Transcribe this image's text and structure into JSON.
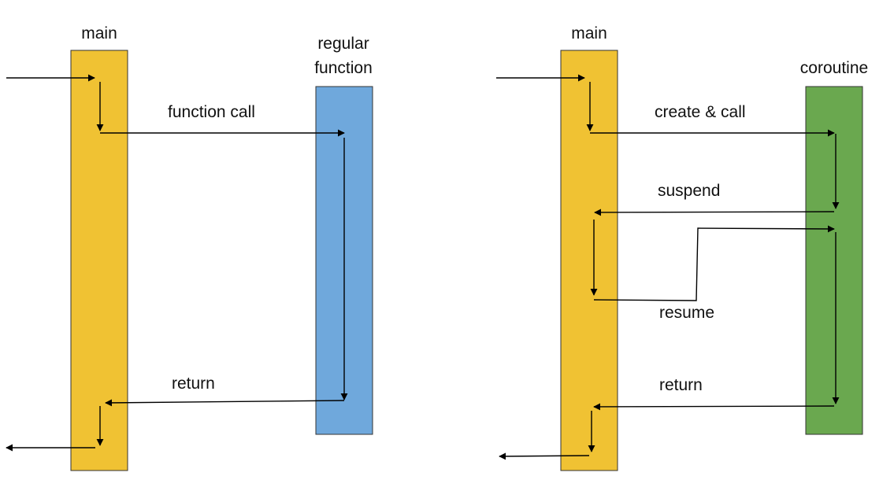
{
  "colors": {
    "main": "#f0c233",
    "regular_function": "#6fa8dc",
    "coroutine": "#6aa84f",
    "arrow": "#000000"
  },
  "left_panel": {
    "main_label": "main",
    "callee_label_line1": "regular",
    "callee_label_line2": "function",
    "call_label": "function call",
    "return_label": "return"
  },
  "right_panel": {
    "main_label": "main",
    "callee_label": "coroutine",
    "call_label": "create & call",
    "suspend_label": "suspend",
    "resume_label": "resume",
    "return_label": "return"
  }
}
